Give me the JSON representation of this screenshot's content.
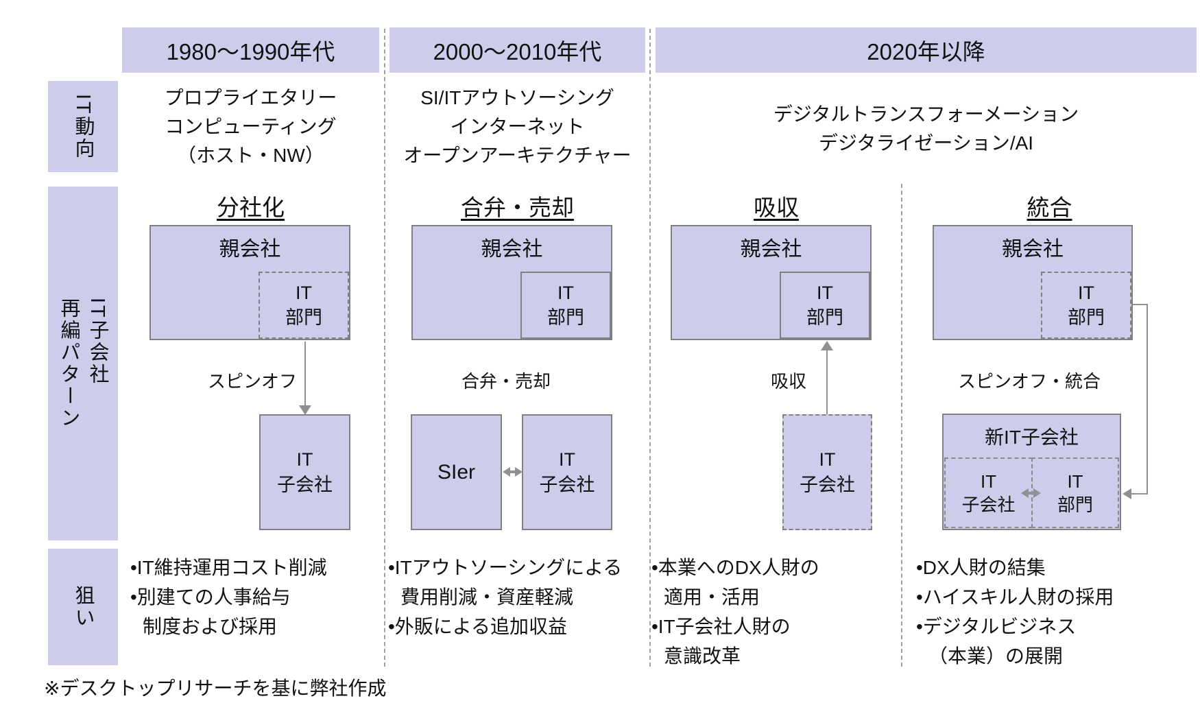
{
  "headers": {
    "era1": "1980～1990年代",
    "era2": "2000～2010年代",
    "era3": "2020年以降"
  },
  "sidebar": {
    "trend": "IT動向",
    "pattern": "IT子会社\n再編パターン",
    "aim": "狙い"
  },
  "trends": {
    "era1": "プロプライエタリー\nコンピューティング\n（ホスト・NW）",
    "era2": "SI/ITアウトソーシング\nインターネット\nオープンアーキテクチャー",
    "era3": "デジタルトランスフォーメーション\nデジタライゼーション/AI"
  },
  "patterns": {
    "col1": {
      "title": "分社化",
      "parent": "親会社",
      "it_dept": "IT\n部門",
      "arrow_label": "スピンオフ",
      "subsidiary": "IT\n子会社"
    },
    "col2": {
      "title": "合弁・売却",
      "parent": "親会社",
      "it_dept": "IT\n部門",
      "arrow_label": "合弁・売却",
      "sier": "SIer",
      "subsidiary": "IT\n子会社"
    },
    "col3": {
      "title": "吸収",
      "parent": "親会社",
      "it_dept": "IT\n部門",
      "arrow_label": "吸収",
      "subsidiary": "IT\n子会社"
    },
    "col4": {
      "title": "統合",
      "parent": "親会社",
      "it_dept": "IT\n部門",
      "arrow_label": "スピンオフ・統合",
      "new_subsidiary": "新IT子会社",
      "sub_left": "IT\n子会社",
      "sub_right": "IT\n部門"
    }
  },
  "aims": {
    "col1": [
      "•IT維持運用コスト削減",
      "•別建ての人事給与\n制度および採用"
    ],
    "col2": [
      "•ITアウトソーシングによる\n費用削減・資産軽減",
      "•外販による追加収益"
    ],
    "col3": [
      "•本業へのDX人財の\n適用・活用",
      "•IT子会社人財の\n意識改革"
    ],
    "col4": [
      "•DX人財の結集",
      "•ハイスキル人財の採用",
      "•デジタルビジネス\n（本業）の展開"
    ]
  },
  "footnote": "※デスクトップリサーチを基に弊社作成",
  "colors": {
    "lavender": "#cdcdeb",
    "box_border": "#808080",
    "arrow_gray": "#909090",
    "divider_gray": "#a0a0a0",
    "text": "#111111"
  }
}
